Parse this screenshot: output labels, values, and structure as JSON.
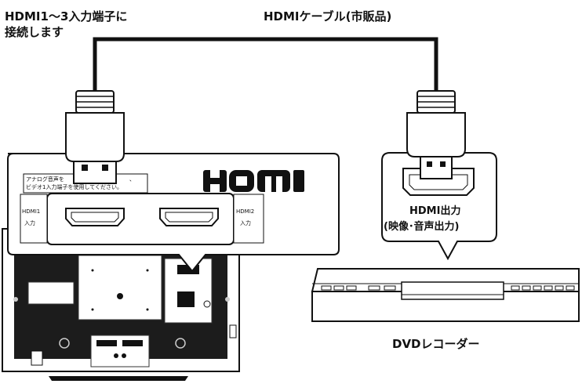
{
  "labels": {
    "tv_connect_line1": "HDMI1〜3入力端子に",
    "tv_connect_line2": "接続します",
    "cable": "HDMIケーブル(市販品)",
    "hdmi_logo": "HDMI",
    "note_line1": "アナログ音声を",
    "note_line1b": "、",
    "note_line2": "ビデオ1入力端子を使用してください。",
    "port1_line1": "HDMI1",
    "port1_line2": "入力",
    "port2_line1": "HDMI2",
    "port2_line2": "入力",
    "out_line1": "HDMI出力",
    "out_line2": "(映像･音声出力)",
    "recorder": "DVDレコーダー"
  },
  "colors": {
    "line": "#111111",
    "tv_body": "#1c1c1c",
    "panel": "#ffffff"
  }
}
